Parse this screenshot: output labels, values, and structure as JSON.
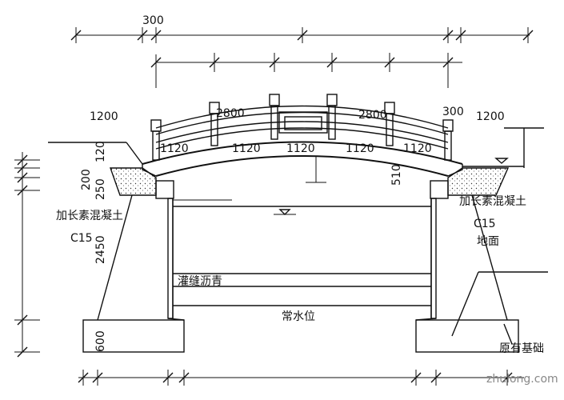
{
  "dimensions": {
    "top_left_300": "300",
    "left_1200": "1200",
    "right_300": "300",
    "right_1200": "1200",
    "span_2800_left": "2800",
    "span_2800_right": "2800",
    "seg_1120": [
      "1120",
      "1120",
      "1120",
      "1120",
      "1120"
    ],
    "left_vertical_120": "120",
    "left_vertical_200": "200",
    "left_vertical_250": "250",
    "left_vertical_2450": "2450",
    "left_vertical_600": "600",
    "center_510": "510"
  },
  "labels": {
    "left_concrete": "加长素混凝土",
    "left_grade": "C15",
    "right_concrete": "加长素混凝土",
    "right_grade": "C15",
    "ground": "地面",
    "asphalt": "灌缝沥青",
    "water_level": "常水位",
    "foundation": "原有基础"
  },
  "watermark": "zhulong.com"
}
